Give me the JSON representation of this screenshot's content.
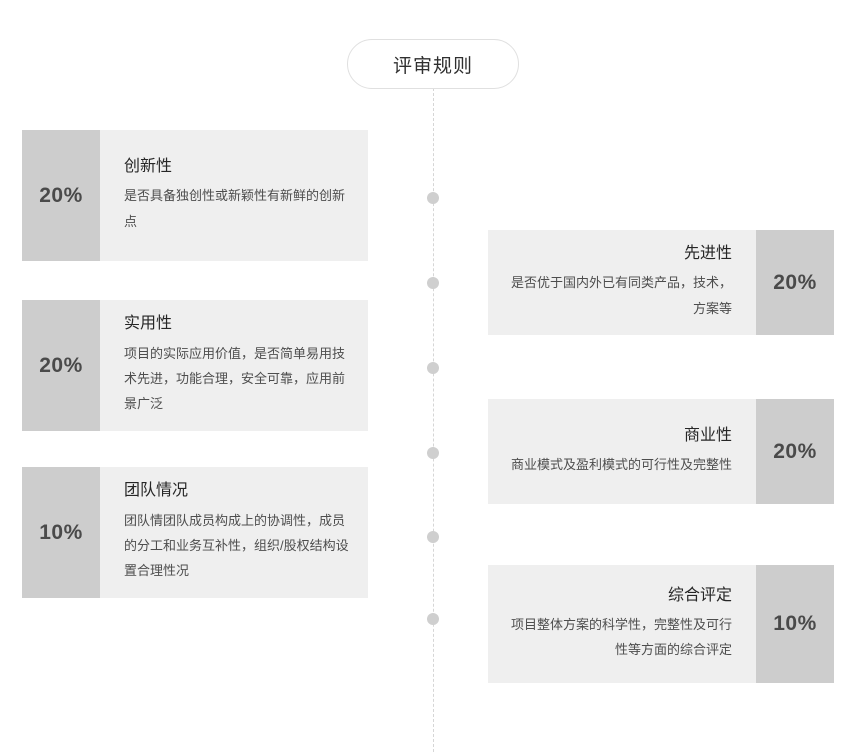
{
  "header": {
    "title": "评审规则"
  },
  "timeline": {
    "dot_color": "#cfcfcf",
    "line_color": "#d6d6d6",
    "dot_count": 6
  },
  "palette": {
    "card_body_bg": "#efefef",
    "pct_block_bg": "#cdcdcd",
    "title_color": "#262626",
    "desc_color": "#4d4d4d",
    "pct_color": "#4a4a4a",
    "page_bg": "#ffffff"
  },
  "left_cards": [
    {
      "percent": "20%",
      "title": "创新性",
      "desc": "是否具备独创性或新颖性有新鲜的创新点"
    },
    {
      "percent": "20%",
      "title": "实用性",
      "desc": "项目的实际应用价值，是否简单易用技术先进，功能合理，安全可靠，应用前景广泛"
    },
    {
      "percent": "10%",
      "title": "团队情况",
      "desc": "团队情团队成员构成上的协调性，成员的分工和业务互补性，组织/股权结构设置合理性况"
    }
  ],
  "right_cards": [
    {
      "percent": "20%",
      "title": "先进性",
      "desc": "是否优于国内外已有同类产品，技术，方案等"
    },
    {
      "percent": "20%",
      "title": "商业性",
      "desc": "商业模式及盈利模式的可行性及完整性"
    },
    {
      "percent": "10%",
      "title": "综合评定",
      "desc": "项目整体方案的科学性，完整性及可行性等方面的综合评定"
    }
  ]
}
